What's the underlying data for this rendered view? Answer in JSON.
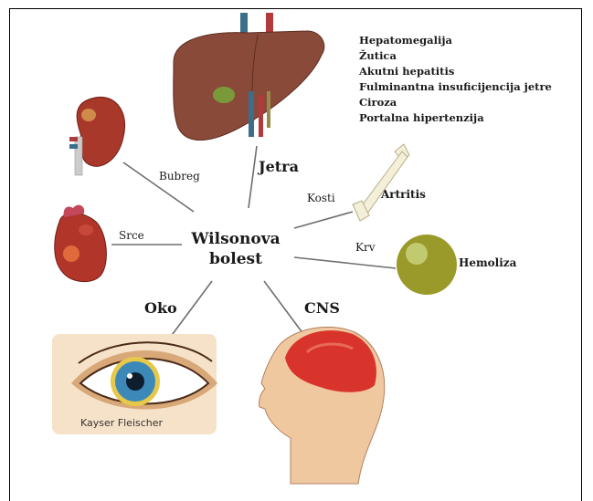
{
  "center": {
    "line1": "Wilsonova",
    "line2": "bolest"
  },
  "liver": {
    "label": "Jetra",
    "manifestations": [
      "Hepatomegalija",
      "Žutica",
      "Akutni hepatitis",
      "Fulminantna insuficijencija jetre",
      "Ciroza",
      "Portalna hipertenzija"
    ]
  },
  "kidney": {
    "label": "Bubreg"
  },
  "heart": {
    "label": "Srce"
  },
  "bone": {
    "label": "Kosti",
    "finding": "Artritis"
  },
  "blood": {
    "label": "Krv",
    "finding": "Hemoliza"
  },
  "eye": {
    "label": "Oko",
    "finding": "Kayser Fleischer"
  },
  "brain": {
    "label": "CNS"
  },
  "colors": {
    "liver": "#8a4a3a",
    "kidney": "#a8382a",
    "heart": "#b2352a",
    "blood_cell": "#9a9a2a",
    "iris": "#3c88b8",
    "brain": "#d8342c",
    "skin": "#f0c8a0",
    "line": "#6e6e6e"
  }
}
